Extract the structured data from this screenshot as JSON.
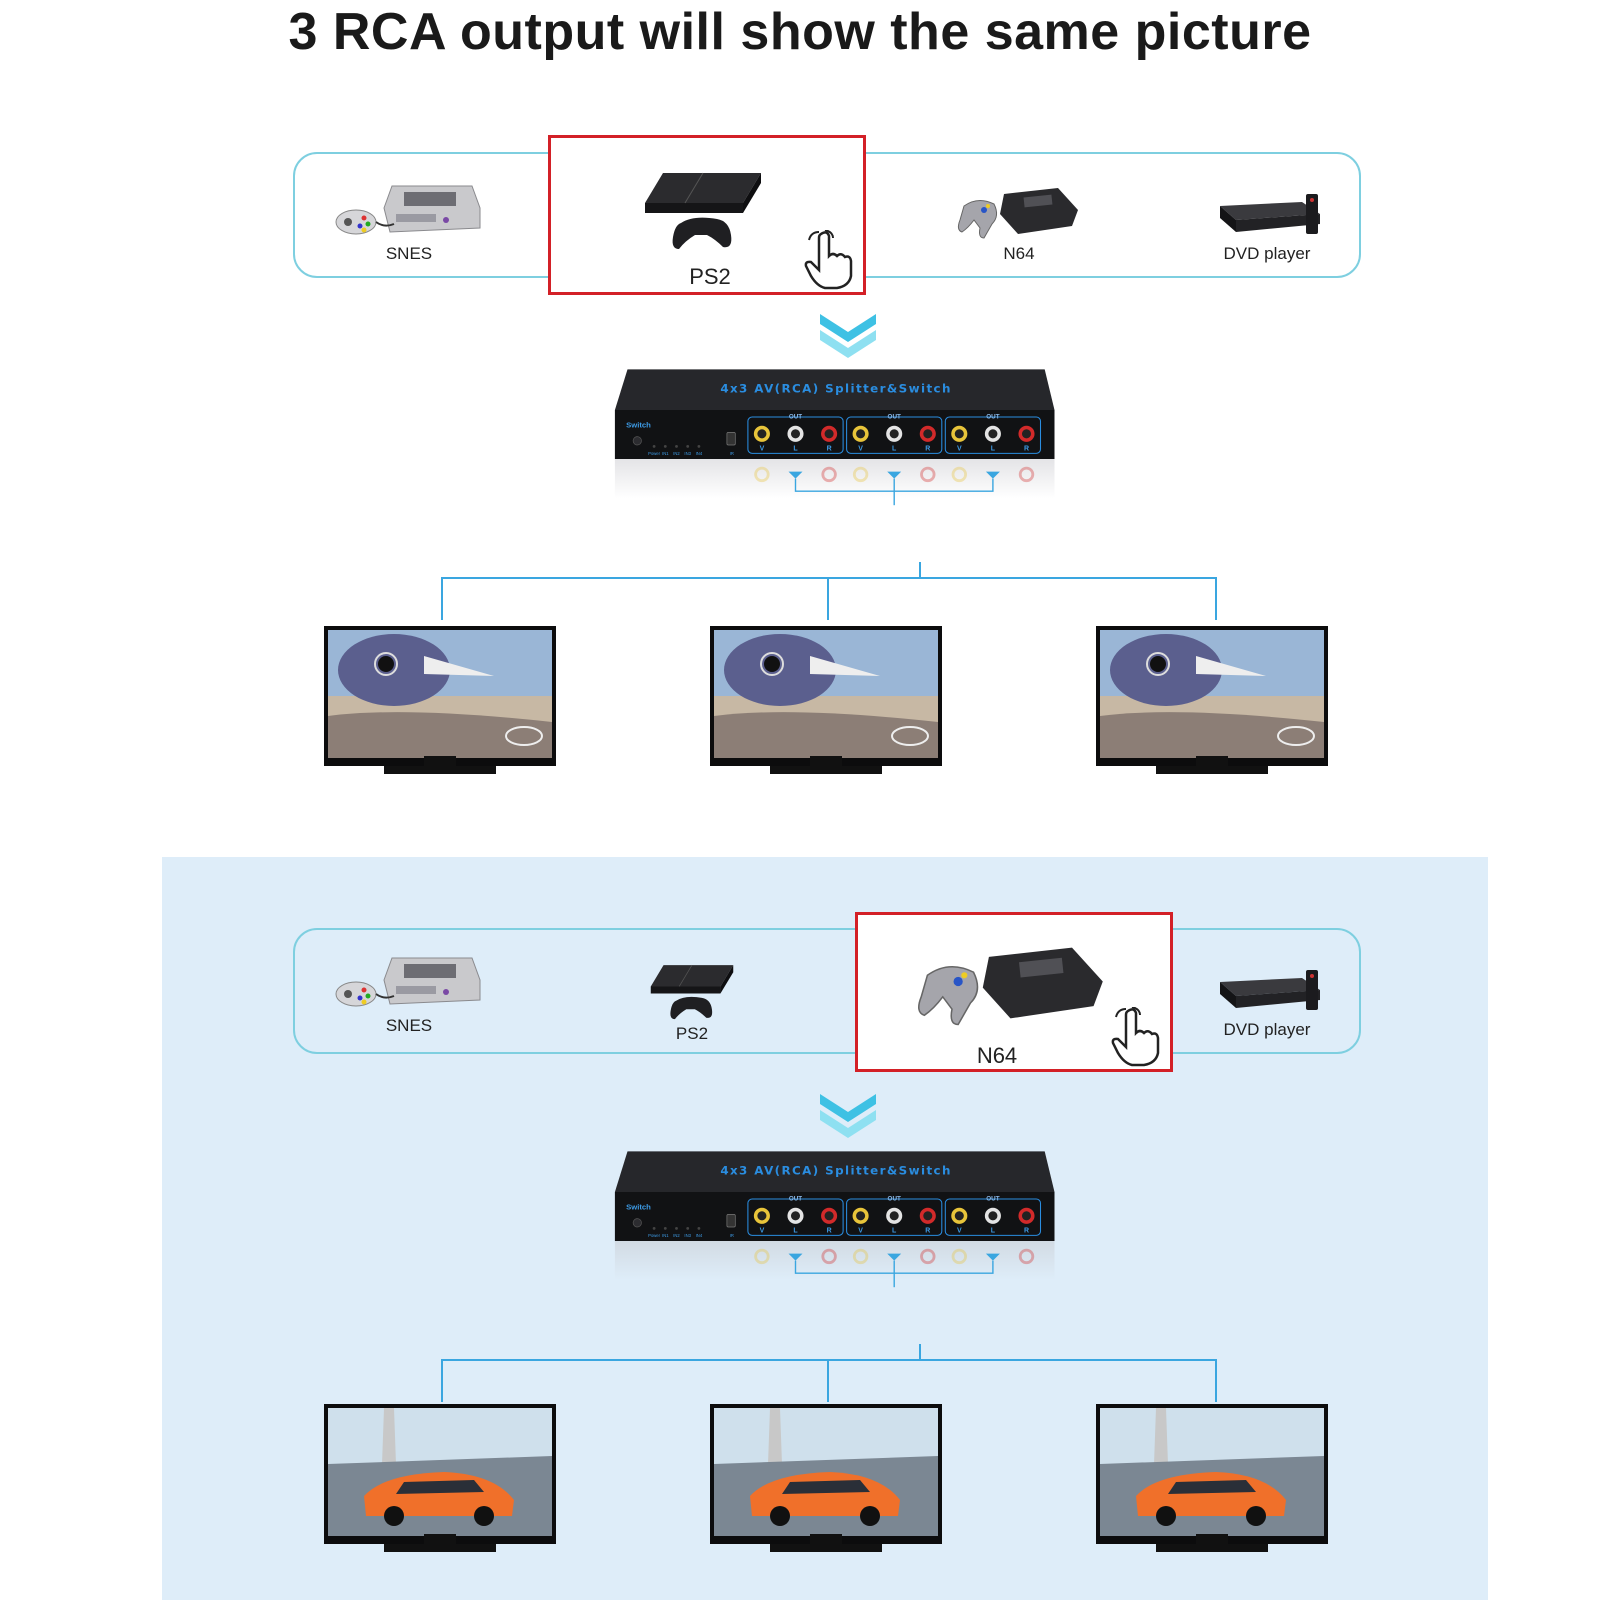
{
  "header": {
    "title": "3 RCA output will show the same picture"
  },
  "colors": {
    "accent": "#2aa8d8",
    "select_border": "#d32027",
    "bg_panel": "#deedf9"
  },
  "device": {
    "name": "4x3 AV(RCA) Splitter&Switch",
    "switch_label": "Switch",
    "led_labels": [
      "Power",
      "IN1",
      "IN2",
      "IN3",
      "IN4"
    ],
    "ir_label": "IR",
    "out_label": "OUT",
    "port_letters": [
      "V",
      "L",
      "R"
    ]
  },
  "scenarios": [
    {
      "sources": [
        "SNES",
        "PS2",
        "N64",
        "DVD player"
      ],
      "selected": "PS2",
      "screen": "bird-on-beach"
    },
    {
      "sources": [
        "SNES",
        "PS2",
        "N64",
        "DVD player"
      ],
      "selected": "N64",
      "screen": "sports-car"
    }
  ],
  "icons": [
    "hand-pointer-icon",
    "chevron-down-icon"
  ]
}
